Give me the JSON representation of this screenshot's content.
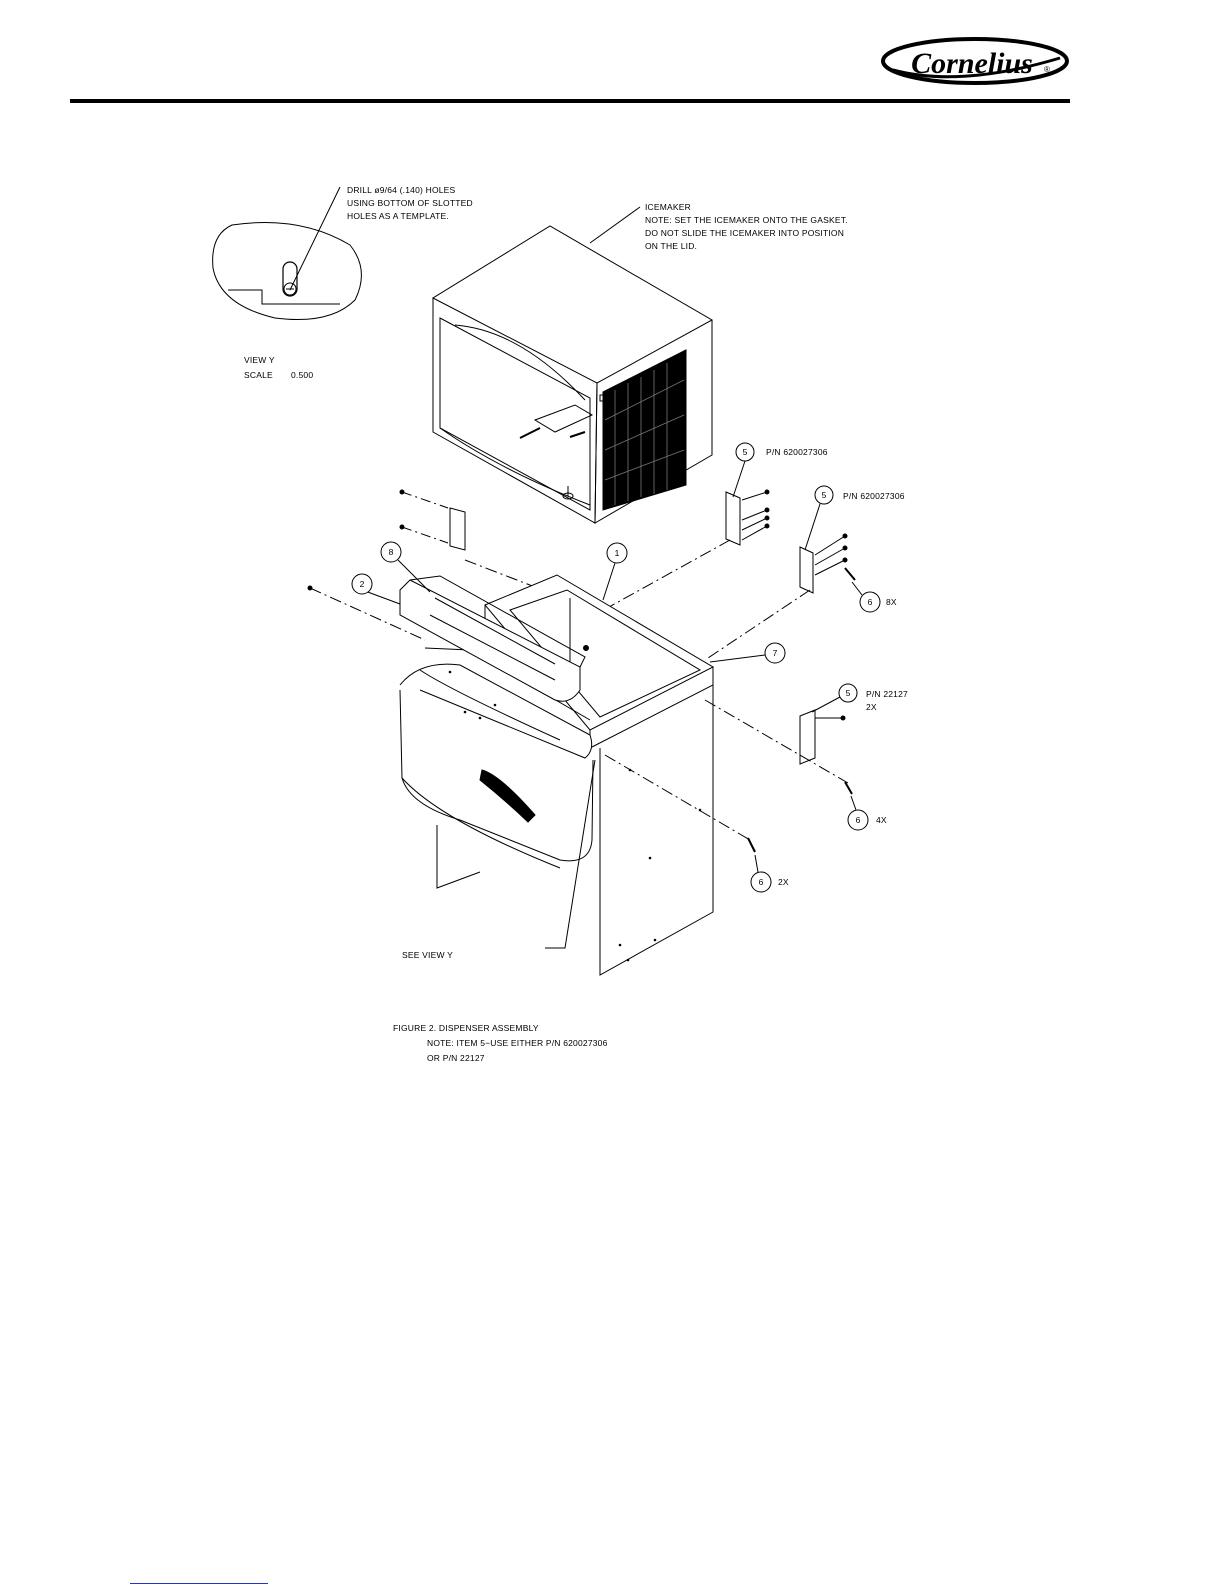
{
  "header": {
    "logo_text": "Cornelius",
    "logo_mark": "®"
  },
  "view_y": {
    "note_lines": [
      "DRILL ø9/64 (.140) HOLES",
      "USING BOTTOM OF SLOTTED",
      "HOLES AS A TEMPLATE."
    ],
    "title": "VIEW Y",
    "scale_label": "SCALE",
    "scale_value": "0.500"
  },
  "icemaker": {
    "title": "ICEMAKER",
    "note_lines": [
      "NOTE: SET THE ICEMAKER ONTO THE GASKET.",
      "DO NOT SLIDE THE ICEMAKER INTO POSITION",
      "ON THE LID."
    ]
  },
  "callouts": {
    "item5_a": {
      "num": "5",
      "text": "P/N 620027306"
    },
    "item5_b": {
      "num": "5",
      "text": "P/N 620027306"
    },
    "item5_c": {
      "num": "5",
      "text_line1": "P/N 22127",
      "text_line2": "2X"
    },
    "item6_a": {
      "num": "6",
      "qty": "8X"
    },
    "item6_b": {
      "num": "6",
      "qty": "4X"
    },
    "item6_c": {
      "num": "6",
      "qty": "2X"
    },
    "item1": {
      "num": "1"
    },
    "item2": {
      "num": "2"
    },
    "item7": {
      "num": "7"
    },
    "item8": {
      "num": "8"
    }
  },
  "see_view": "SEE VIEW Y",
  "figure": {
    "caption": "FIGURE 2. DISPENSER ASSEMBLY",
    "note_line1": "NOTE: ITEM 5−USE EITHER P/N 620027306",
    "note_line2": "OR P/N 22127"
  }
}
